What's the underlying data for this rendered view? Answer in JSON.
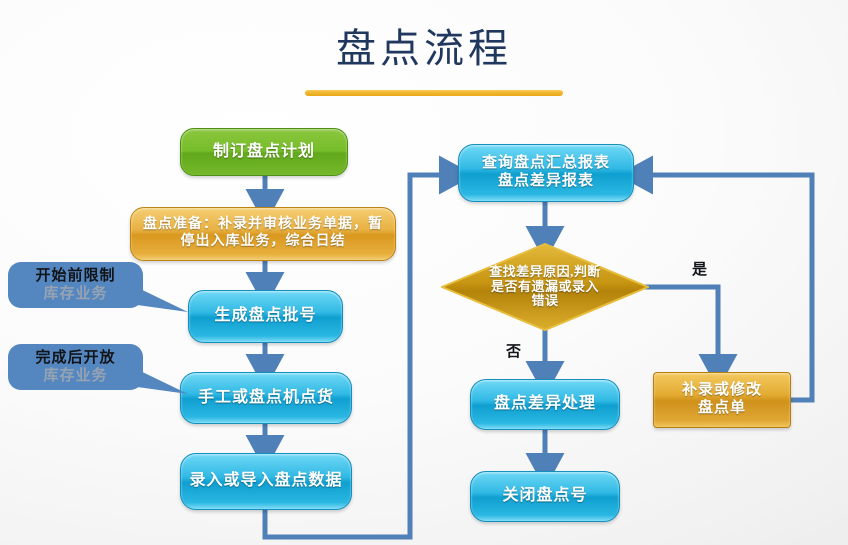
{
  "title": {
    "text": "盘点流程",
    "rule_color": "#eeb52d"
  },
  "palette": {
    "green": "#76bd2a",
    "cyan": "#2ab7e2",
    "gold": "#e0a734",
    "connector_blue": "#4f80b8",
    "callout_blue": "#5486c0",
    "title_navy": "#20375e"
  },
  "nodes": {
    "plan": {
      "label": "制订盘点计划",
      "shape": "rounded-rect",
      "color": "green"
    },
    "prepare": {
      "label": "盘点准备：补录并审核业务单据，暂停出入库业务，综合日结",
      "shape": "rounded-rect",
      "color": "gold"
    },
    "batch": {
      "label": "生成盘点批号",
      "shape": "rounded-rect",
      "color": "cyan"
    },
    "count": {
      "label": "手工或盘点机点货",
      "shape": "rounded-rect",
      "color": "cyan"
    },
    "entry": {
      "label": "录入或导入盘点数据",
      "shape": "rounded-rect",
      "color": "cyan"
    },
    "report": {
      "label": "查询盘点汇总报表\n盘点差异报表",
      "line1": "查询盘点汇总报表",
      "line2": "盘点差异报表",
      "shape": "rounded-rect",
      "color": "cyan"
    },
    "decision": {
      "label": "查找差异原因,判断是否有遗漏或录入错误",
      "shape": "diamond",
      "color": "gold"
    },
    "diff_handle": {
      "label": "盘点差异处理",
      "shape": "rounded-rect",
      "color": "cyan"
    },
    "close": {
      "label": "关闭盘点号",
      "shape": "rounded-rect",
      "color": "cyan"
    },
    "fix": {
      "line1": "补录或修改",
      "line2": "盘点单",
      "shape": "rect",
      "color": "gold"
    }
  },
  "callouts": [
    {
      "line1": "开始前限制",
      "line2": "库存业务"
    },
    {
      "line1": "完成后开放",
      "line2": "库存业务"
    }
  ],
  "branch_labels": {
    "no": "否",
    "yes": "是"
  }
}
